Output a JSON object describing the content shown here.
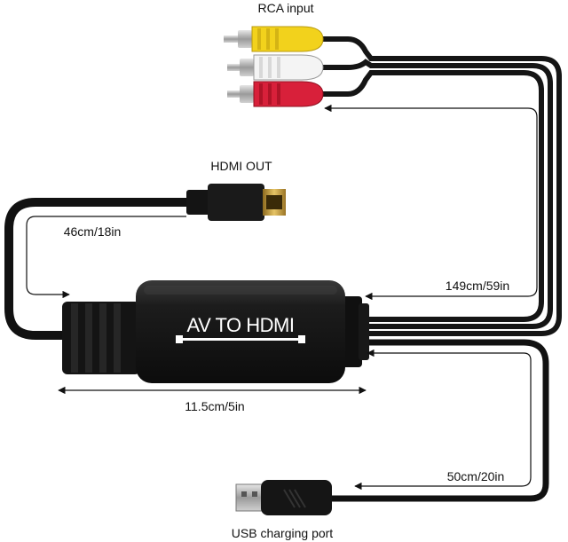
{
  "labels": {
    "rca_input": "RCA input",
    "hdmi_out": "HDMI OUT",
    "hdmi_cable_length": "46cm/18in",
    "rca_cable_length": "149cm/59in",
    "adapter_length": "11.5cm/5in",
    "usb_cable_length": "50cm/20in",
    "usb_port": "USB charging port"
  },
  "adapter": {
    "label": "AV TO HDMI"
  },
  "colors": {
    "cable": "#111111",
    "body": "#1a1a1a",
    "rca_yellow": "#f2d21c",
    "rca_white": "#f4f4f4",
    "rca_red": "#d8203a",
    "gold": "#c9a23a"
  }
}
